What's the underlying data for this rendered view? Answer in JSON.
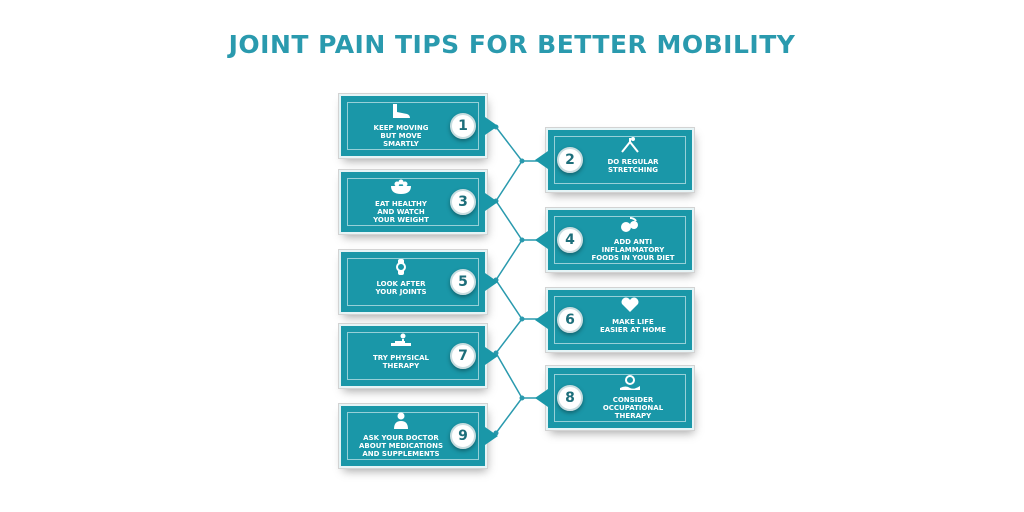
{
  "title": "JOINT PAIN TIPS FOR BETTER MOBILITY",
  "colors": {
    "accent": "#1a97a8",
    "title": "#2a9aae",
    "badge_text": "#1d6e7a"
  },
  "tips": [
    {
      "number": "1",
      "label": "KEEP MOVING\nBUT MOVE\nSMARTLY",
      "icon": "foot-icon"
    },
    {
      "number": "2",
      "label": "DO REGULAR\nSTRETCHING",
      "icon": "yoga-stretch-icon"
    },
    {
      "number": "3",
      "label": "EAT HEALTHY\nAND WATCH\nYOUR WEIGHT",
      "icon": "salad-bowl-icon"
    },
    {
      "number": "4",
      "label": "ADD ANTI\nINFLAMMATORY\nFOODS IN YOUR DIET",
      "icon": "berries-icon"
    },
    {
      "number": "5",
      "label": "LOOK AFTER\nYOUR JOINTS",
      "icon": "knee-joint-icon"
    },
    {
      "number": "6",
      "label": "MAKE LIFE\nEASIER AT HOME",
      "icon": "heart-hand-icon"
    },
    {
      "number": "7",
      "label": "TRY PHYSICAL\nTHERAPY",
      "icon": "massage-therapy-icon"
    },
    {
      "number": "8",
      "label": "CONSIDER\nOCCUPATIONAL\nTHERAPY",
      "icon": "care-hand-icon"
    },
    {
      "number": "9",
      "label": "ASK YOUR DOCTOR\nABOUT MEDICATIONS\nAND SUPPLEMENTS",
      "icon": "doctor-icon"
    }
  ]
}
